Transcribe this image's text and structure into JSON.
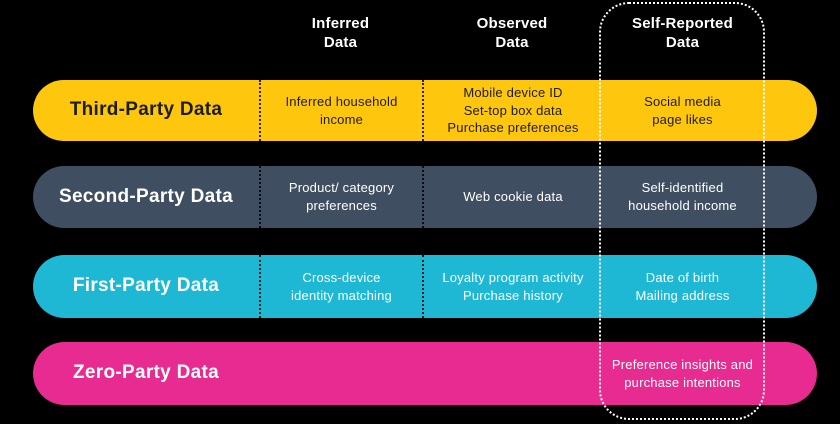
{
  "canvas": {
    "background": "#000000"
  },
  "columns": [
    {
      "id": "inferred",
      "label": "Inferred\nData"
    },
    {
      "id": "observed",
      "label": "Observed\nData"
    },
    {
      "id": "self_reported",
      "label": "Self-Reported\nData"
    }
  ],
  "rows": [
    {
      "label": "Third-Party Data",
      "color": "#FEC60D",
      "text_color": "#1D1D1B",
      "cells": [
        "Inferred household\nincome",
        "Mobile device ID\nSet-top box data\nPurchase preferences",
        "Social media\npage likes"
      ]
    },
    {
      "label": "Second-Party Data",
      "color": "#3F4E60",
      "text_color": "#FFFFFF",
      "cells": [
        "Product/ category\npreferences",
        "Web cookie data",
        "Self-identified\nhousehold income"
      ]
    },
    {
      "label": "First-Party Data",
      "color": "#1EB8D5",
      "text_color": "#FFFFFF",
      "cells": [
        "Cross-device\nidentity matching",
        "Loyalty program activity\nPurchase history",
        "Date of birth\nMailing address"
      ]
    },
    {
      "label": "Zero-Party Data",
      "color": "#E72B90",
      "text_color": "#FFFFFF",
      "cells": [
        "",
        "",
        "Preference insights and\npurchase intentions"
      ]
    }
  ],
  "highlight": {
    "column": "Self-Reported Data",
    "border_color": "#FFFFFF"
  }
}
